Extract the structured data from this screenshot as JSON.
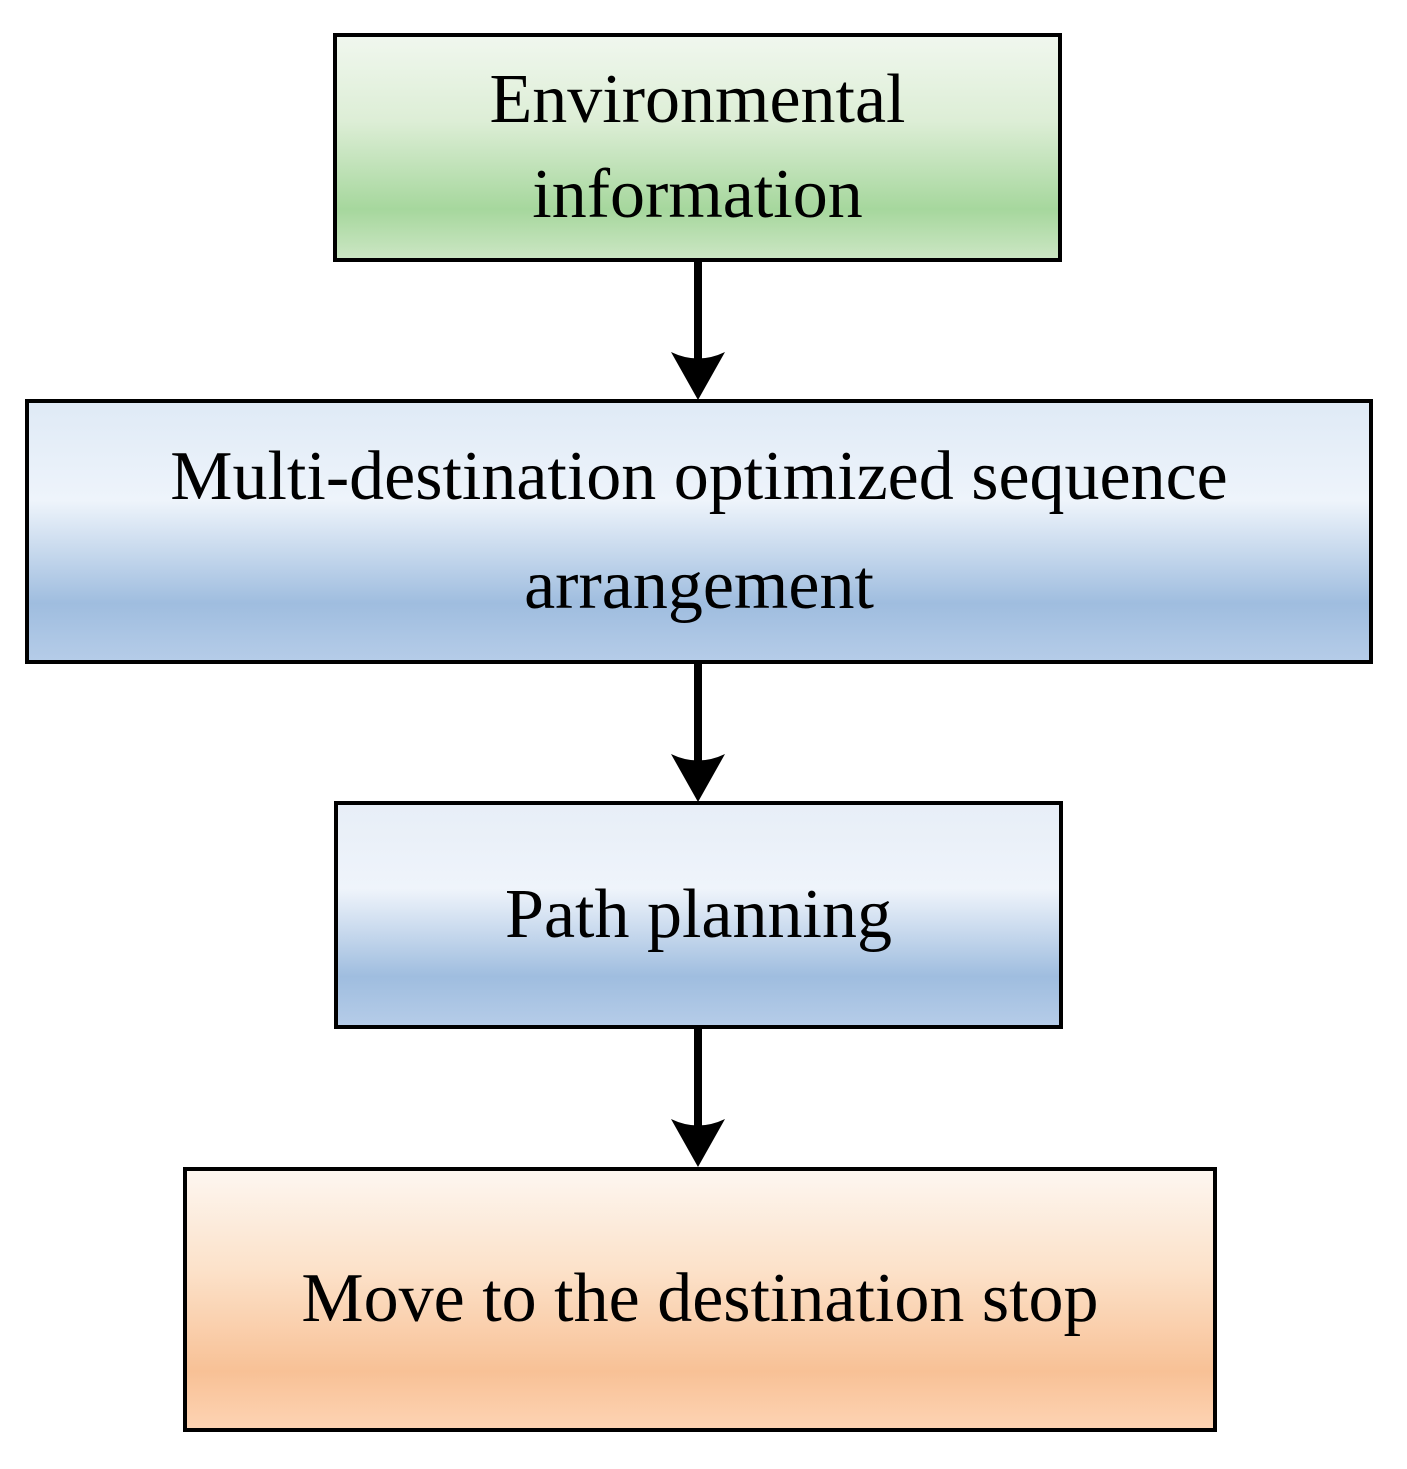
{
  "diagram": {
    "type": "flowchart",
    "border_color": "#000000",
    "text_color": "#000000",
    "arrow_color": "#000000",
    "nodes": [
      {
        "id": "environmental-information",
        "label": "Environmental information",
        "label_lines": "Environmental\ninformation",
        "fill_light": "#f0f7ee",
        "fill_mid": "#ddeed6",
        "fill_dark": "#a6d79d",
        "fill_edge": "#cbe6c3"
      },
      {
        "id": "multi-destination-optimized-sequence-arrangement",
        "label": "Multi-destination optimized sequence arrangement",
        "label_lines": "Multi-destination optimized sequence\narrangement",
        "fill_light": "#dfeaf6",
        "fill_mid": "#eef4fb",
        "fill_dark": "#9fbddf",
        "fill_edge": "#b5cce8"
      },
      {
        "id": "path-planning",
        "label": "Path planning",
        "label_lines": "Path planning",
        "fill_light": "#e7eef7",
        "fill_mid": "#eff4fb",
        "fill_dark": "#9fbddf",
        "fill_edge": "#b5cce8"
      },
      {
        "id": "move-to-destination-stop",
        "label": "Move to the destination stop",
        "label_lines": "Move to the destination stop",
        "fill_light": "#fdf6f0",
        "fill_mid": "#fce2ca",
        "fill_dark": "#f8c196",
        "fill_edge": "#fdd3b3"
      }
    ],
    "arrows": [
      {
        "from": "environmental-information",
        "to": "multi-destination-optimized-sequence-arrangement"
      },
      {
        "from": "multi-destination-optimized-sequence-arrangement",
        "to": "path-planning"
      },
      {
        "from": "path-planning",
        "to": "move-to-destination-stop"
      }
    ]
  }
}
